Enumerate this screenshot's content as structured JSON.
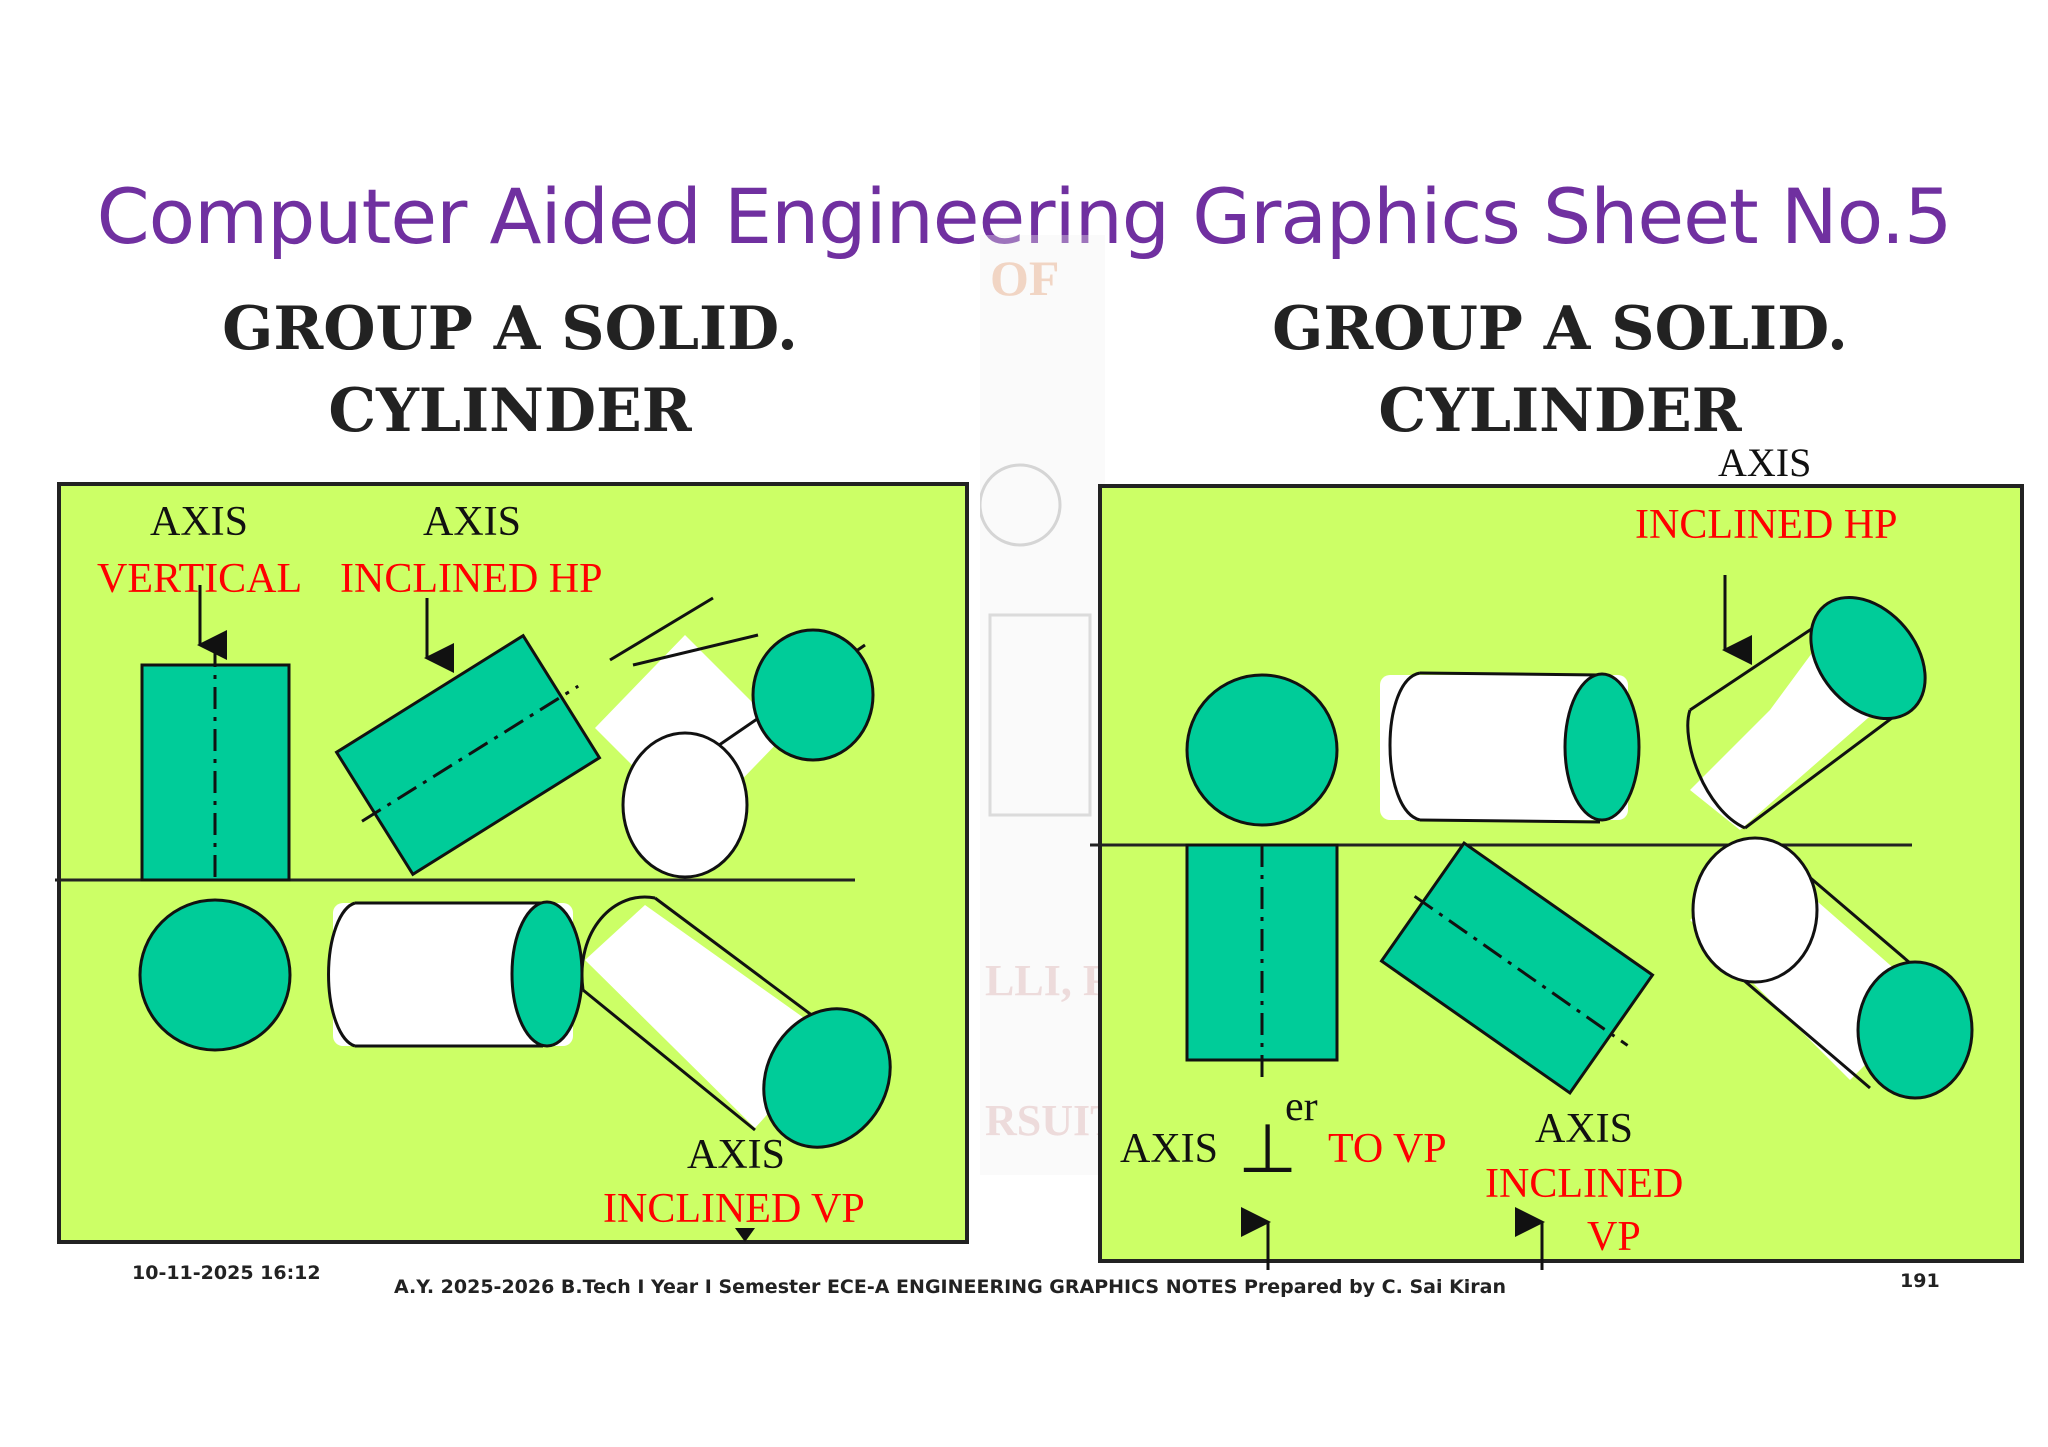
{
  "slide": {
    "title": "Computer Aided Engineering Graphics Sheet No.5",
    "background": "#ffffff",
    "title_color": "#7030a0"
  },
  "colors": {
    "panel_fill": "#ccff66",
    "solid_fill": "#00cc99",
    "label_red": "#ff0000",
    "label_black": "#111111"
  },
  "left_figure": {
    "heading_line1": "GROUP A SOLID.",
    "heading_line2": "CYLINDER",
    "labels": {
      "axis_1": "AXIS",
      "vertical": "VERTICAL",
      "axis_2": "AXIS",
      "inclined_hp": "INCLINED HP",
      "axis_3": "AXIS",
      "inclined_vp": "INCLINED VP"
    }
  },
  "right_figure": {
    "heading_line1": "GROUP A SOLID.",
    "heading_line2": "CYLINDER",
    "labels": {
      "axis_top": "AXIS",
      "inclined_hp": "INCLINED HP",
      "axis_perp": "AXIS",
      "perp_symbol": "⊥",
      "perp_superscript": "er",
      "to_vp": "TO VP",
      "axis_vp": "AXIS",
      "inclined": "INCLINED",
      "vp": "VP"
    }
  },
  "watermark": {
    "text_fragments": [
      "OF",
      "LLI, R",
      "RSUIT"
    ]
  },
  "footer": {
    "datetime": "10-11-2025 16:12",
    "notes": "A.Y. 2025-2026 B.Tech I Year I Semester ECE-A ENGINEERING GRAPHICS NOTES  Prepared by C. Sai Kiran",
    "page_number": "191"
  }
}
